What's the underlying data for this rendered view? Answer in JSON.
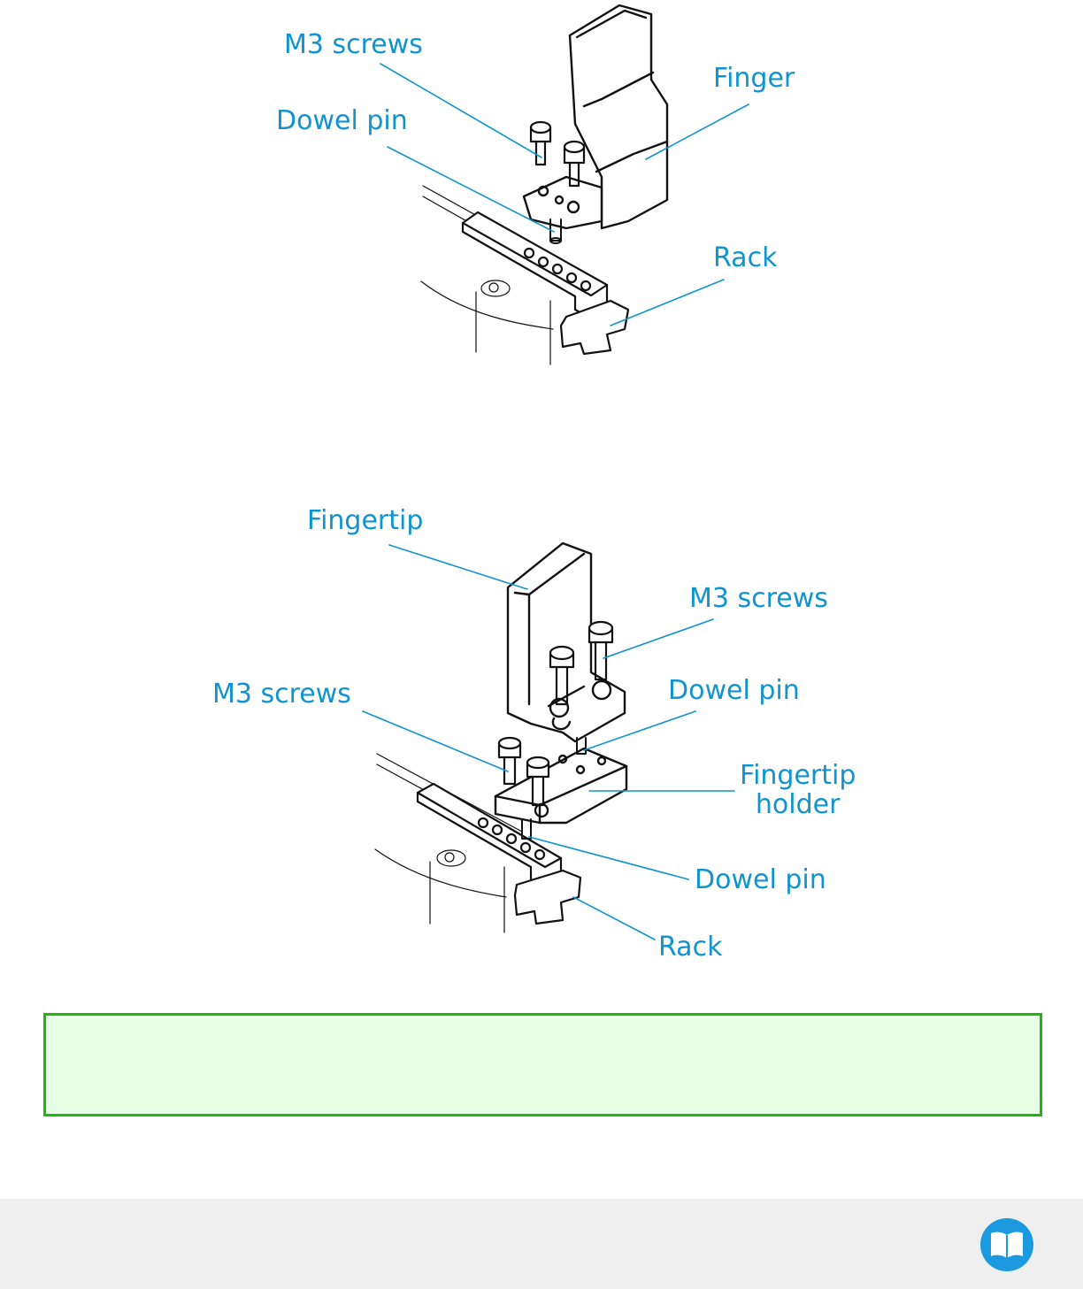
{
  "figure_top": {
    "callouts": {
      "m3_screws": "M3 screws",
      "finger": "Finger",
      "dowel_pin": "Dowel pin",
      "rack": "Rack"
    }
  },
  "figure_bottom": {
    "callouts": {
      "fingertip": "Fingertip",
      "m3_screws_upper": "M3 screws",
      "m3_screws_lower": "M3 screws",
      "dowel_pin_upper": "Dowel pin",
      "fingertip_holder": "Fingertip\nholder",
      "dowel_pin_lower": "Dowel pin",
      "rack": "Rack"
    }
  },
  "note": {
    "text": ""
  },
  "footer": {
    "icon": "book-icon"
  },
  "colors": {
    "callout_text": "#0f94d0",
    "note_background": "#e6ffe5",
    "note_border": "#21b614",
    "footer_background": "#efefef",
    "book_button": "#1c9ae0"
  }
}
